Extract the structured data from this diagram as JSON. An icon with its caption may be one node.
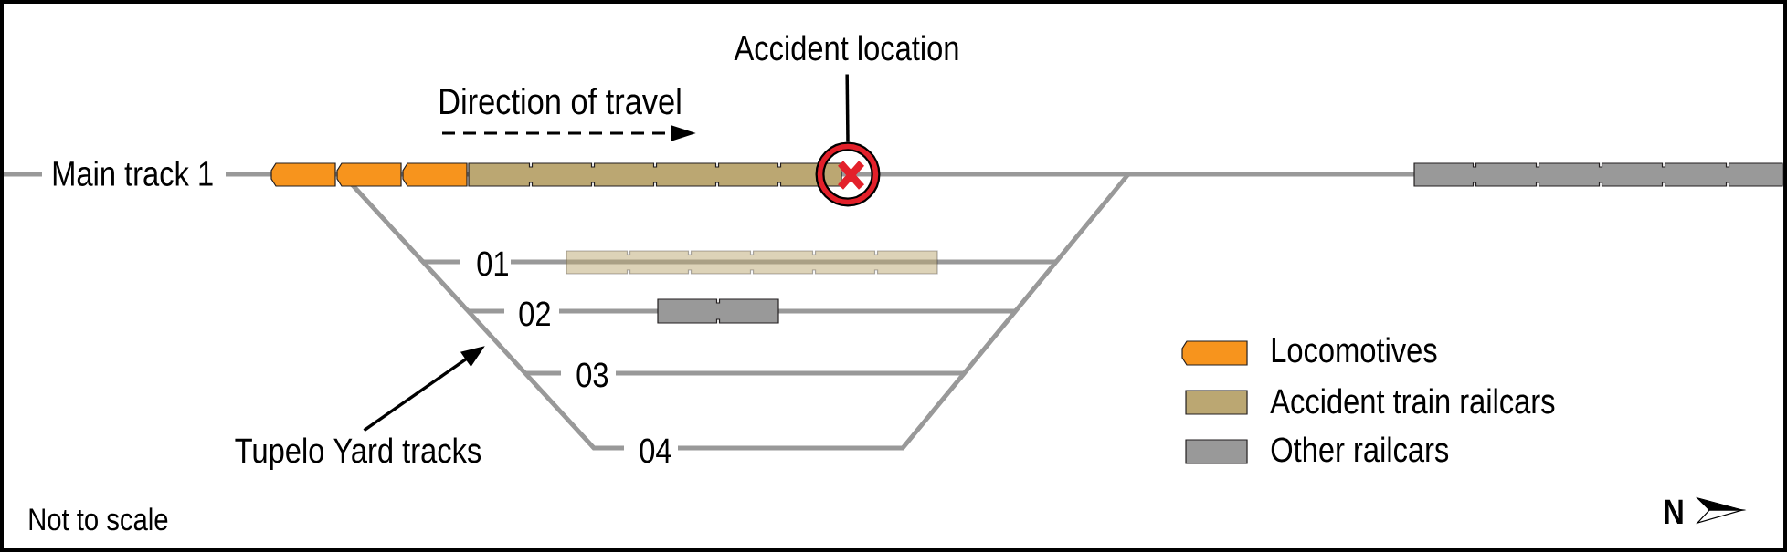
{
  "diagram": {
    "nodes": [
      {
        "text": [
          "Accident location"
        ]
      },
      {
        "text": [],
        "shape": "circle"
      },
      {
        "text": [
          "Tupelo Yard tracks"
        ]
      }
    ],
    "edges": [
      {
        "from": 0,
        "to": 1,
        "arrow": "none"
      },
      {
        "from": 2,
        "to": null,
        "arrow": "to"
      }
    ],
    "labels": [
      "Direction of travel",
      "Main track 1",
      "01",
      "02",
      "03",
      "04",
      "Not to scale",
      "N"
    ],
    "legend": [
      {
        "text": "Locomotives",
        "color": "#f7941d"
      },
      {
        "text": "Accident train railcars",
        "color": "#bba772"
      },
      {
        "text": "Other railcars",
        "color": "#999999"
      }
    ]
  }
}
